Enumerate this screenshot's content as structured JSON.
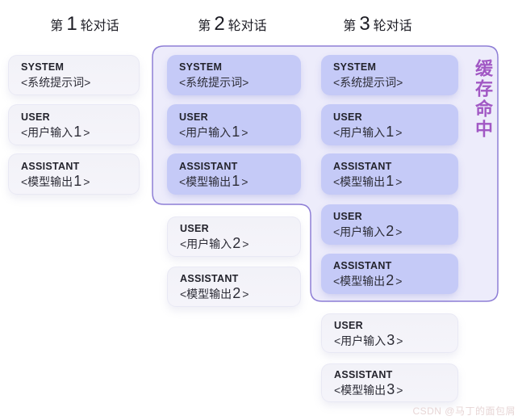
{
  "page": {
    "cache_badge": "缓存命中",
    "watermark": "CSDN @马丁的面包屑"
  },
  "colors": {
    "cached_box": "#c5caf7",
    "plain_box": "#f3f3f9",
    "cache_region_fill": "#edecfb",
    "cache_region_border": "#8e7ed6",
    "cache_badge_text": "#a158c4",
    "box_text": "#23232c",
    "watermark_text": "#e7d6d6"
  },
  "columns": [
    {
      "title": {
        "pre": "第",
        "num": "1",
        "post": "轮对话"
      },
      "boxes": [
        {
          "role": "SYSTEM",
          "pre": "<系统提示词>",
          "num": "",
          "post": "",
          "cached": false
        },
        {
          "role": "USER",
          "pre": "<用户输入",
          "num": "1",
          "post": ">",
          "cached": false
        },
        {
          "role": "ASSISTANT",
          "pre": "<模型输出",
          "num": "1",
          "post": ">",
          "cached": false
        }
      ]
    },
    {
      "title": {
        "pre": "第",
        "num": "2",
        "post": "轮对话"
      },
      "boxes": [
        {
          "role": "SYSTEM",
          "pre": "<系统提示词>",
          "num": "",
          "post": "",
          "cached": true
        },
        {
          "role": "USER",
          "pre": "<用户输入",
          "num": "1",
          "post": ">",
          "cached": true
        },
        {
          "role": "ASSISTANT",
          "pre": "<模型输出",
          "num": "1",
          "post": ">",
          "cached": true
        },
        {
          "role": "USER",
          "pre": "<用户输入",
          "num": "2",
          "post": ">",
          "cached": false
        },
        {
          "role": "ASSISTANT",
          "pre": "<模型输出",
          "num": "2",
          "post": ">",
          "cached": false
        }
      ]
    },
    {
      "title": {
        "pre": "第",
        "num": "3",
        "post": "轮对话"
      },
      "boxes": [
        {
          "role": "SYSTEM",
          "pre": "<系统提示词>",
          "num": "",
          "post": "",
          "cached": true
        },
        {
          "role": "USER",
          "pre": "<用户输入",
          "num": "1",
          "post": ">",
          "cached": true
        },
        {
          "role": "ASSISTANT",
          "pre": "<模型输出",
          "num": "1",
          "post": ">",
          "cached": true
        },
        {
          "role": "USER",
          "pre": "<用户输入",
          "num": "2",
          "post": ">",
          "cached": true
        },
        {
          "role": "ASSISTANT",
          "pre": "<模型输出",
          "num": "2",
          "post": ">",
          "cached": true
        },
        {
          "role": "USER",
          "pre": "<用户输入",
          "num": "3",
          "post": ">",
          "cached": false
        },
        {
          "role": "ASSISTANT",
          "pre": "<模型输出",
          "num": "3",
          "post": ">",
          "cached": false
        }
      ]
    }
  ]
}
